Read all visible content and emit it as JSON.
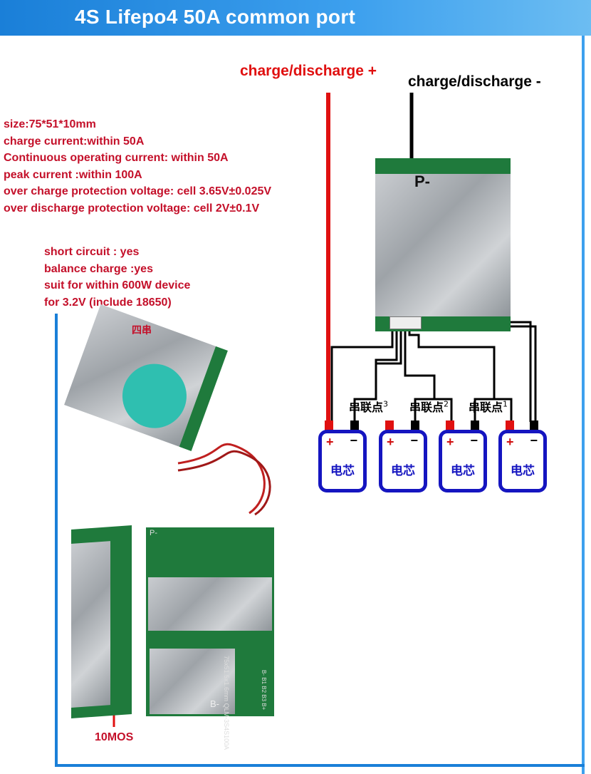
{
  "header": {
    "title": "4S Lifepo4 50A common port"
  },
  "wires": {
    "positive_label": "charge/discharge +",
    "negative_label": "charge/discharge -"
  },
  "specs": [
    "size:75*51*10mm",
    "charge current:within 50A",
    "Continuous operating current: within 50A",
    "peak current :within 100A",
    "over charge protection voltage: cell 3.65V±0.025V",
    "over discharge protection voltage: cell 2V±0.1V"
  ],
  "features": [
    "short circuit : yes",
    "balance charge :yes",
    "suit for within 600W device",
    "for 3.2V (include 18650)"
  ],
  "board": {
    "p_label": "P-",
    "b_label": "B-",
    "series_label": "四串",
    "model": "QLM-3S4S100A",
    "dims": "75x51.5x1.6mm",
    "pins": "B- B1 B2 B3 B+"
  },
  "series_points": [
    {
      "label": "串联点",
      "num": "3"
    },
    {
      "label": "串联点",
      "num": "2"
    },
    {
      "label": "串联点",
      "num": "1"
    }
  ],
  "cells": [
    {
      "plus": "+",
      "minus": "−",
      "name": "电芯"
    },
    {
      "plus": "+",
      "minus": "−",
      "name": "电芯"
    },
    {
      "plus": "+",
      "minus": "−",
      "name": "电芯"
    },
    {
      "plus": "+",
      "minus": "−",
      "name": "电芯"
    }
  ],
  "annotation": {
    "mos": "10MOS"
  },
  "colors": {
    "header": "#1a7fd8",
    "spec_text": "#c4102a",
    "cell_border": "#1515c0",
    "wire_pos": "#e01010",
    "wire_neg": "#000000"
  }
}
